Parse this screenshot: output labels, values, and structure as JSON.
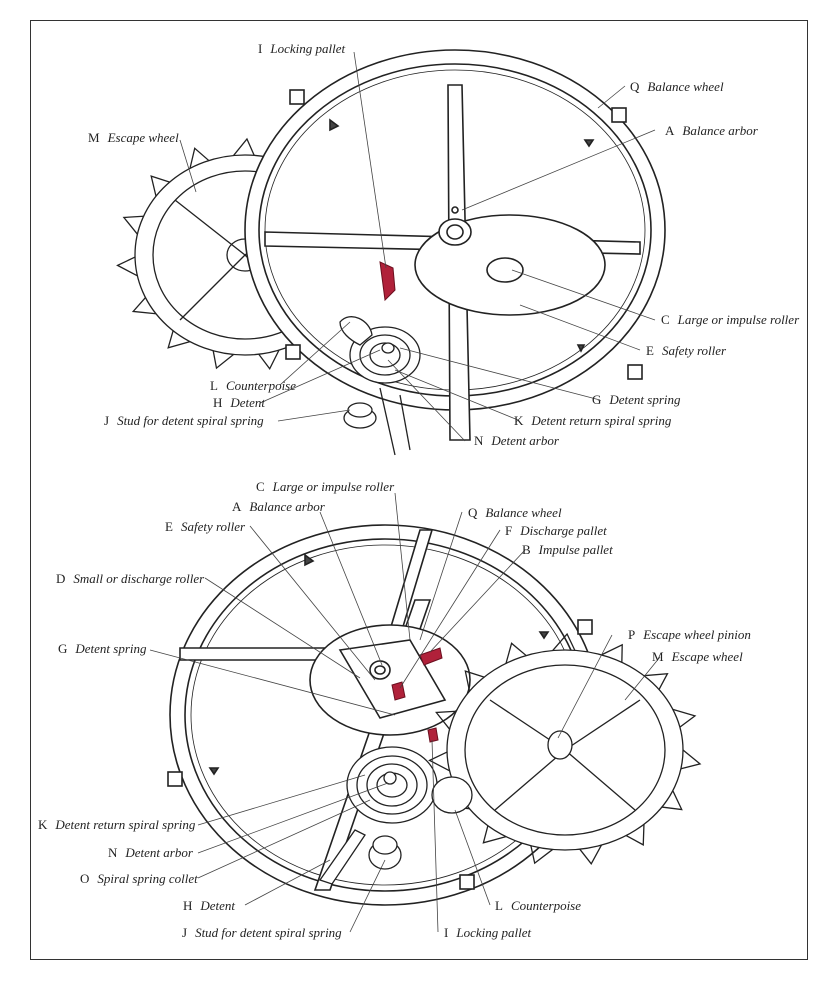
{
  "top_labels": [
    {
      "key": "I",
      "text": "Locking pallet"
    },
    {
      "key": "Q",
      "text": "Balance wheel"
    },
    {
      "key": "M",
      "text": "Escape wheel"
    },
    {
      "key": "A",
      "text": "Balance arbor"
    },
    {
      "key": "C",
      "text": "Large or impulse roller"
    },
    {
      "key": "E",
      "text": "Safety roller"
    },
    {
      "key": "L",
      "text": "Counterpoise"
    },
    {
      "key": "G",
      "text": "Detent spring"
    },
    {
      "key": "H",
      "text": "Detent"
    },
    {
      "key": "K",
      "text": "Detent return spiral spring"
    },
    {
      "key": "J",
      "text": "Stud for detent spiral spring"
    },
    {
      "key": "N",
      "text": "Detent arbor"
    }
  ],
  "bottom_labels": [
    {
      "key": "C",
      "text": "Large or impulse roller"
    },
    {
      "key": "A",
      "text": "Balance arbor"
    },
    {
      "key": "Q",
      "text": "Balance wheel"
    },
    {
      "key": "E",
      "text": "Safety roller"
    },
    {
      "key": "F",
      "text": "Discharge pallet"
    },
    {
      "key": "B",
      "text": "Impulse pallet"
    },
    {
      "key": "D",
      "text": "Small or discharge roller"
    },
    {
      "key": "P",
      "text": "Escape wheel pinion"
    },
    {
      "key": "G",
      "text": "Detent spring"
    },
    {
      "key": "M",
      "text": "Escape wheel"
    },
    {
      "key": "K",
      "text": "Detent return spiral spring"
    },
    {
      "key": "N",
      "text": "Detent arbor"
    },
    {
      "key": "O",
      "text": "Spiral spring collet"
    },
    {
      "key": "H",
      "text": "Detent"
    },
    {
      "key": "L",
      "text": "Counterpoise"
    },
    {
      "key": "J",
      "text": "Stud for detent spiral spring"
    },
    {
      "key": "I",
      "text": "Locking pallet"
    }
  ],
  "colors": {
    "line": "#222222",
    "pallet": "#b0213a",
    "paper": "#ffffff"
  }
}
